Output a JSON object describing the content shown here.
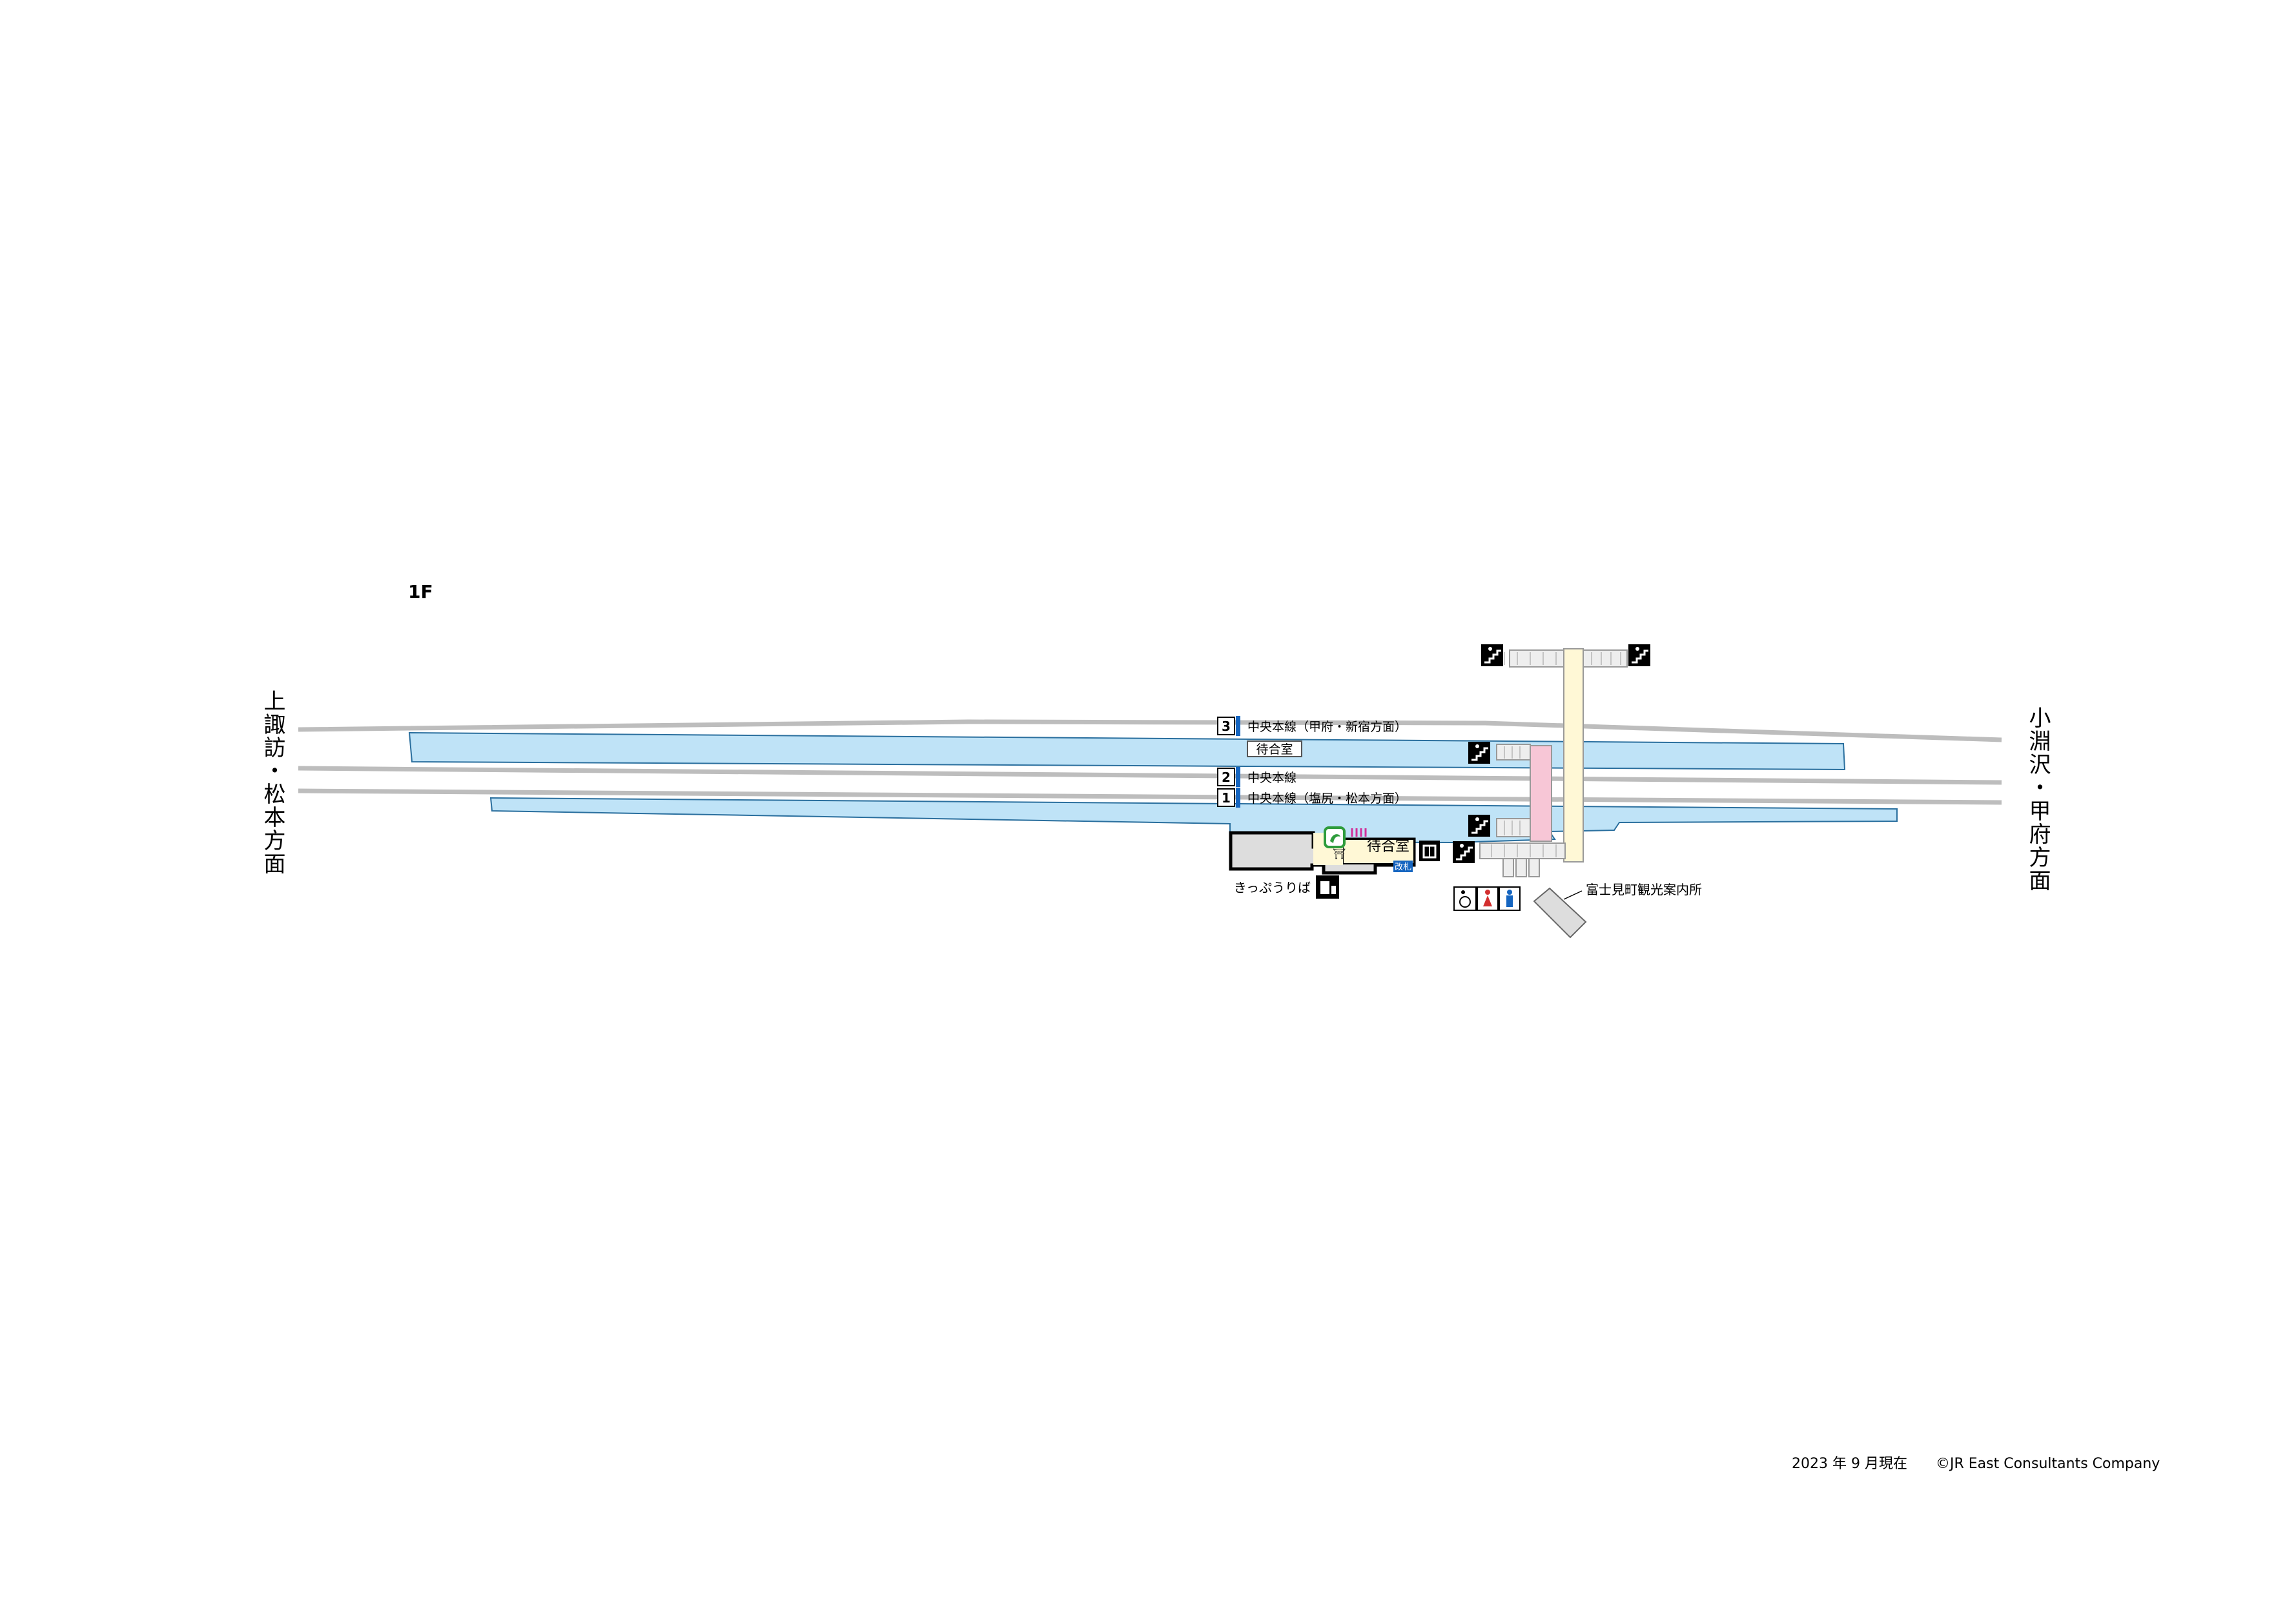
{
  "floor_label": "1F",
  "direction_left": "上諏訪・松本方面",
  "direction_right": "小淵沢・甲府方面",
  "platforms": [
    {
      "number": "3",
      "line": "中央本線（甲府・新宿方面）"
    },
    {
      "number": "2",
      "line": "中央本線"
    },
    {
      "number": "1",
      "line": "中央本線（塩尻・松本方面）"
    }
  ],
  "waiting_room_platform": "待合室",
  "waiting_room_station": "待合室",
  "ticket_office": "きっぷうりば",
  "ticket_gate_badge": "改札",
  "tourist_info": "富士見町観光案内所",
  "footer": {
    "date": "2023 年 9 月現在",
    "copyright": "©JR East Consultants Company"
  },
  "colors": {
    "platform": "#bfe3f7",
    "platform_stroke": "#2a6f9e",
    "track": "#bdbdbd",
    "overpass": "#fff8d6",
    "elevator_passage": "#f7c6d6",
    "station_building": "#dddddd",
    "accent_blue": "#1565c0",
    "accent_green": "#2e9c3c"
  },
  "icons": [
    "stairs-icon",
    "elevator-icon",
    "ticket-machine-icon",
    "wheelchair-toilet-icon",
    "womens-toilet-icon",
    "mens-toilet-icon",
    "shrine-icon",
    "green-window-icon"
  ]
}
